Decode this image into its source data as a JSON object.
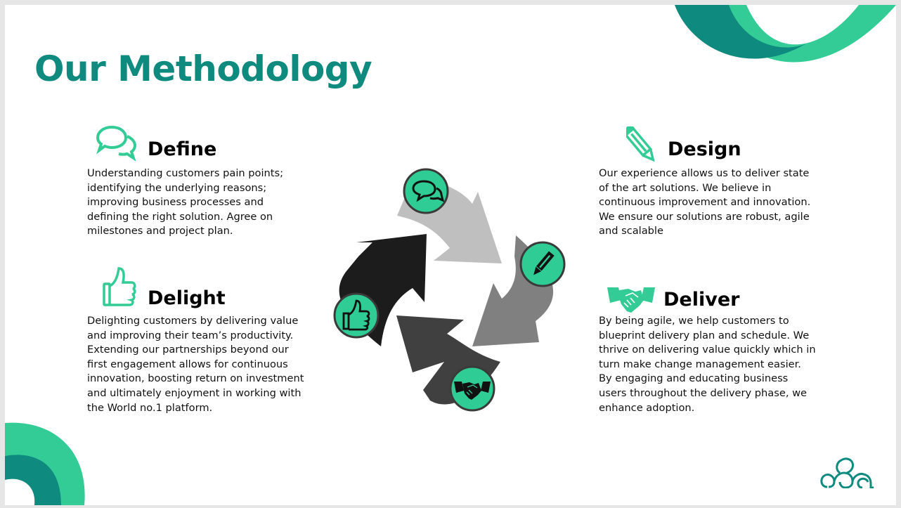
{
  "title": "Our Methodology",
  "sections": {
    "define": {
      "heading": "Define",
      "icon": "speech-bubbles-icon",
      "text": "Understanding customers pain points; identifying the underlying reasons; improving business processes and defining the right solution. Agree on milestones and project plan."
    },
    "design": {
      "heading": "Design",
      "icon": "pencil-icon",
      "text": "Our experience allows us to deliver state of the art solutions. We believe in continuous improvement and innovation. We ensure our solutions are robust, agile and scalable"
    },
    "delight": {
      "heading": "Delight",
      "icon": "thumbs-up-icon",
      "text": "Delighting customers by delivering value and improving their team’s productivity. Extending our partnerships beyond our first engagement allows for continuous innovation, boosting return on investment and ultimately enjoyment in working with the World no.1 platform."
    },
    "deliver": {
      "heading": "Deliver",
      "icon": "handshake-icon",
      "text": "By being agile, we help customers to blueprint delivery plan and schedule. We thrive on delivering value quickly which in turn make change management easier. By engaging and educating business users throughout the delivery phase, we enhance adoption."
    }
  },
  "cycle": {
    "arrow_colors": [
      "#bfbfbf",
      "#808080",
      "#404040",
      "#1c1c1c"
    ],
    "badge_color": "#2fcc96"
  },
  "colors": {
    "title": "#0e8a7e",
    "accent_light": "#34cc96",
    "accent_dark": "#0e8a7e"
  },
  "logo": "company-logo"
}
